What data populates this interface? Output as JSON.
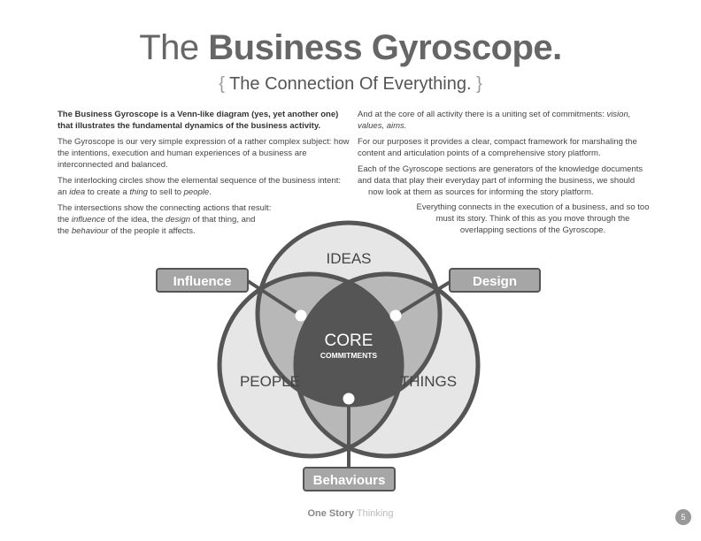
{
  "header": {
    "title_light": "The ",
    "title_bold": "Business Gyroscope.",
    "subtitle_open": "{ ",
    "subtitle": "The Connection Of Everything.",
    "subtitle_close": " }"
  },
  "left_column": {
    "p1": "The Business Gyroscope is a Venn-like diagram (yes, yet another one) that illustrates the fundamental dynamics of the business activity.",
    "p2": "The Gyroscope is our very simple expression of a rather complex subject: how the intentions, execution and human experiences of a business are interconnected and balanced.",
    "p3_a": "The interlocking circles show the elemental sequence of the business intent: an ",
    "p3_idea": "idea",
    "p3_b": " to create a ",
    "p3_thing": "thing",
    "p3_c": " to sell to ",
    "p3_people": "people",
    "p3_d": ".",
    "p4_a": "The intersections show the connecting actions that result:",
    "p4_b": "the ",
    "p4_influence": "influence",
    "p4_c": " of the idea, the ",
    "p4_design": "design",
    "p4_d": " of that thing, and",
    "p4_e": "the ",
    "p4_behaviour": "behaviour",
    "p4_f": " of the people it affects."
  },
  "right_column": {
    "p1_a": "And at the core of all activity there is a uniting set of commitments: ",
    "p1_italic": "vision, values, aims.",
    "p2": "For our purposes it provides a clear, compact framework for marshaling the content and articulation points of a comprehensive story platform.",
    "p3_a": "Each of the Gyroscope sections are generators of the knowledge documents and data that play their everyday part of informing the business, we should",
    "p3_b": "now look at them as sources for informing the story platform.",
    "p4_a": "Everything connects in the execution of a business, and so too",
    "p4_b": "must its story. Think of this as you move through the",
    "p4_c": "overlapping sections of the Gyroscope."
  },
  "diagram": {
    "ideas": "IDEAS",
    "people": "PEOPLE",
    "things": "THINGS",
    "core": "CORE",
    "commitments": "COMMITMENTS",
    "influence": "Influence",
    "design": "Design",
    "behaviours": "Behaviours"
  },
  "colors": {
    "circle_fill": "#e6e6e6",
    "pair_overlap": "#b8b8b8",
    "core": "#555555",
    "outline": "#555555",
    "label_box": "#a6a6a6"
  },
  "footer": {
    "brand_a": "One Story",
    "brand_b": " Thinking",
    "page": "5"
  }
}
